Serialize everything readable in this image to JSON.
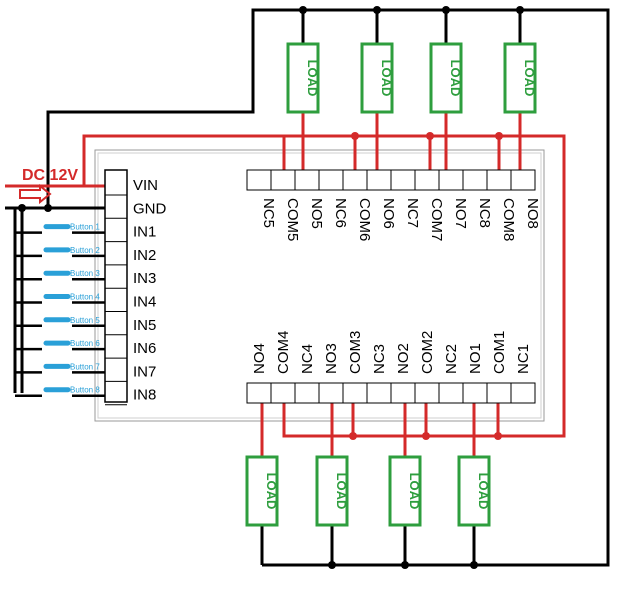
{
  "supply": {
    "label": "DC 12V"
  },
  "input_pins": [
    "VIN",
    "GND",
    "IN1",
    "IN2",
    "IN3",
    "IN4",
    "IN5",
    "IN6",
    "IN7",
    "IN8"
  ],
  "buttons": [
    "Button 1",
    "Button 2",
    "Button 3",
    "Button 4",
    "Button 5",
    "Button 6",
    "Button 7",
    "Button 8"
  ],
  "top_terminals": [
    "NC5",
    "COM5",
    "NO5",
    "NC6",
    "COM6",
    "NO6",
    "NC7",
    "COM7",
    "NO7",
    "NC8",
    "COM8",
    "NO8"
  ],
  "bottom_terminals": [
    "NO4",
    "COM4",
    "NC4",
    "NO3",
    "COM3",
    "NC3",
    "NO2",
    "COM2",
    "NC2",
    "NO1",
    "COM1",
    "NC1"
  ],
  "load_label": "LOAD",
  "colors": {
    "wire_black": "#000000",
    "wire_red": "#d42a2a",
    "load_green": "#2e9e3e",
    "button_blue": "#2aa0d8"
  }
}
